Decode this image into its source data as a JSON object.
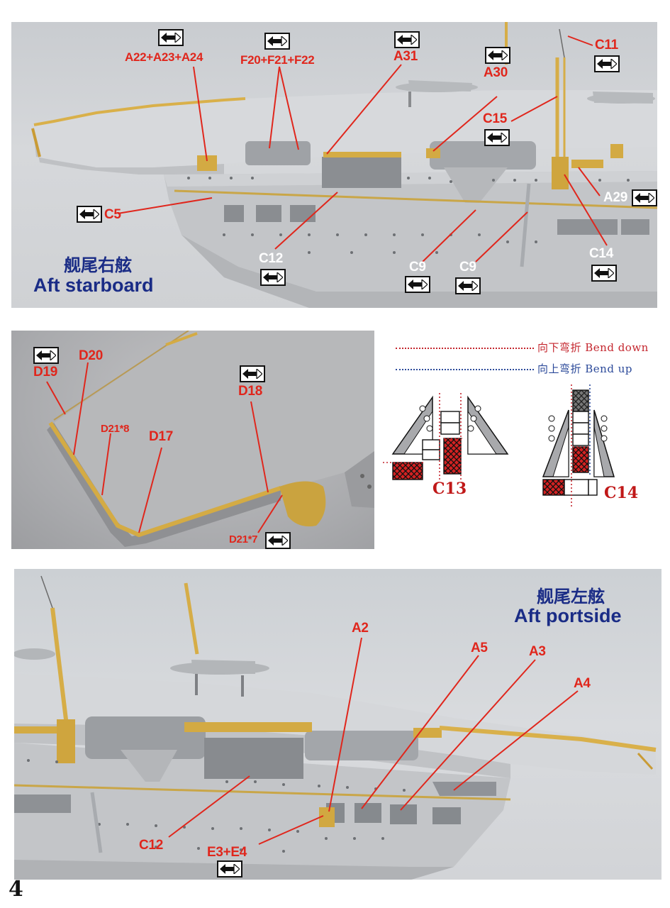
{
  "page_number": "4",
  "arrow_icon": "double-arrow-icon",
  "colors": {
    "callout": "#e0261c",
    "title": "#1a2c86",
    "bend_down": "#c4262e",
    "bend_up": "#2c4a9a",
    "etch": "#d9b04a",
    "hull": "#c4c6c9"
  },
  "top_panel": {
    "title_cn": "舰尾右舷",
    "title_en": "Aft starboard",
    "callouts": {
      "a22": "A22+A23+A24",
      "f20": "F20+F21+F22",
      "a31": "A31",
      "a30": "A30",
      "c11": "C11",
      "c15": "C15",
      "a29": "A29",
      "c5": "C5",
      "c12": "C12",
      "c9a": "C9",
      "c9b": "C9",
      "c14": "C14"
    }
  },
  "middle_panel": {
    "callouts": {
      "d19": "D19",
      "d20": "D20",
      "d21_8": "D21*8",
      "d17": "D17",
      "d18": "D18",
      "d21_7": "D21*7"
    }
  },
  "bend_legend": {
    "down": "向下弯折 Bend down",
    "up": "向上弯折 Bend up",
    "diagram_c13": "C13",
    "diagram_c14": "C14"
  },
  "bottom_panel": {
    "title_cn": "舰尾左舷",
    "title_en": "Aft portside",
    "callouts": {
      "a2": "A2",
      "a5": "A5",
      "a3": "A3",
      "a4": "A4",
      "c12": "C12",
      "e3": "E3+E4"
    }
  }
}
